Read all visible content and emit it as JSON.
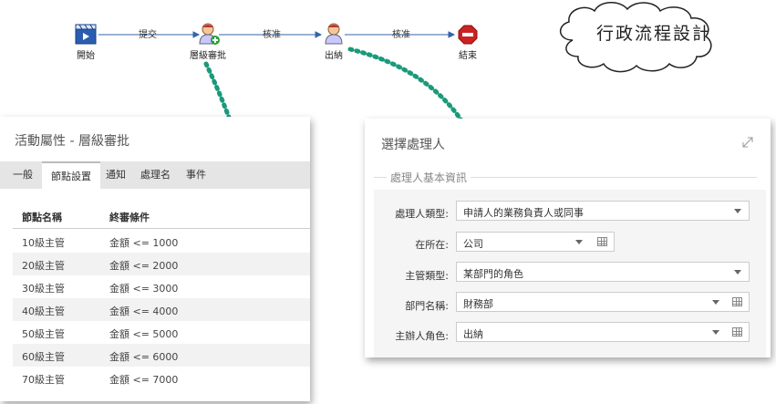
{
  "flow": {
    "nodes": [
      {
        "label": "開始",
        "icon": "film-clapper-icon"
      },
      {
        "label": "層級審批",
        "icon": "user-add-icon"
      },
      {
        "label": "出納",
        "icon": "user-icon"
      },
      {
        "label": "結束",
        "icon": "stop-sign-icon"
      }
    ],
    "arrows": [
      "提交",
      "核准",
      "核准"
    ]
  },
  "cloud_title": "行政流程設計",
  "left_panel": {
    "title": "活動屬性 - 層級審批",
    "tabs": [
      "一般",
      "節點設置",
      "通知",
      "處理名",
      "事件"
    ],
    "active_tab": "節點設置",
    "columns": [
      "節點名稱",
      "終審條件"
    ],
    "rows": [
      {
        "name": "10級主管",
        "cond": "金額 <= 1000"
      },
      {
        "name": "20級主管",
        "cond": "金額 <= 2000"
      },
      {
        "name": "30級主管",
        "cond": "金額 <= 3000"
      },
      {
        "name": "40級主管",
        "cond": "金額 <= 4000"
      },
      {
        "name": "50級主管",
        "cond": "金額 <= 5000"
      },
      {
        "name": "60級主管",
        "cond": "金額 <= 6000"
      },
      {
        "name": "70級主管",
        "cond": "金額 <= 7000"
      }
    ]
  },
  "right_panel": {
    "title": "選擇處理人",
    "legend": "處理人基本資訊",
    "fields": [
      {
        "label": "處理人類型:",
        "value": "申請人的業務負責人或同事"
      },
      {
        "label": "在所在:",
        "value": "公司"
      },
      {
        "label": "主管類型:",
        "value": "某部門的角色"
      },
      {
        "label": "部門名稱:",
        "value": "財務部"
      },
      {
        "label": "主辦人角色:",
        "value": "出納"
      }
    ]
  },
  "colors": {
    "connector": "#1a9a7a",
    "flow_line": "#3366aa",
    "stop": "#cc2222"
  }
}
